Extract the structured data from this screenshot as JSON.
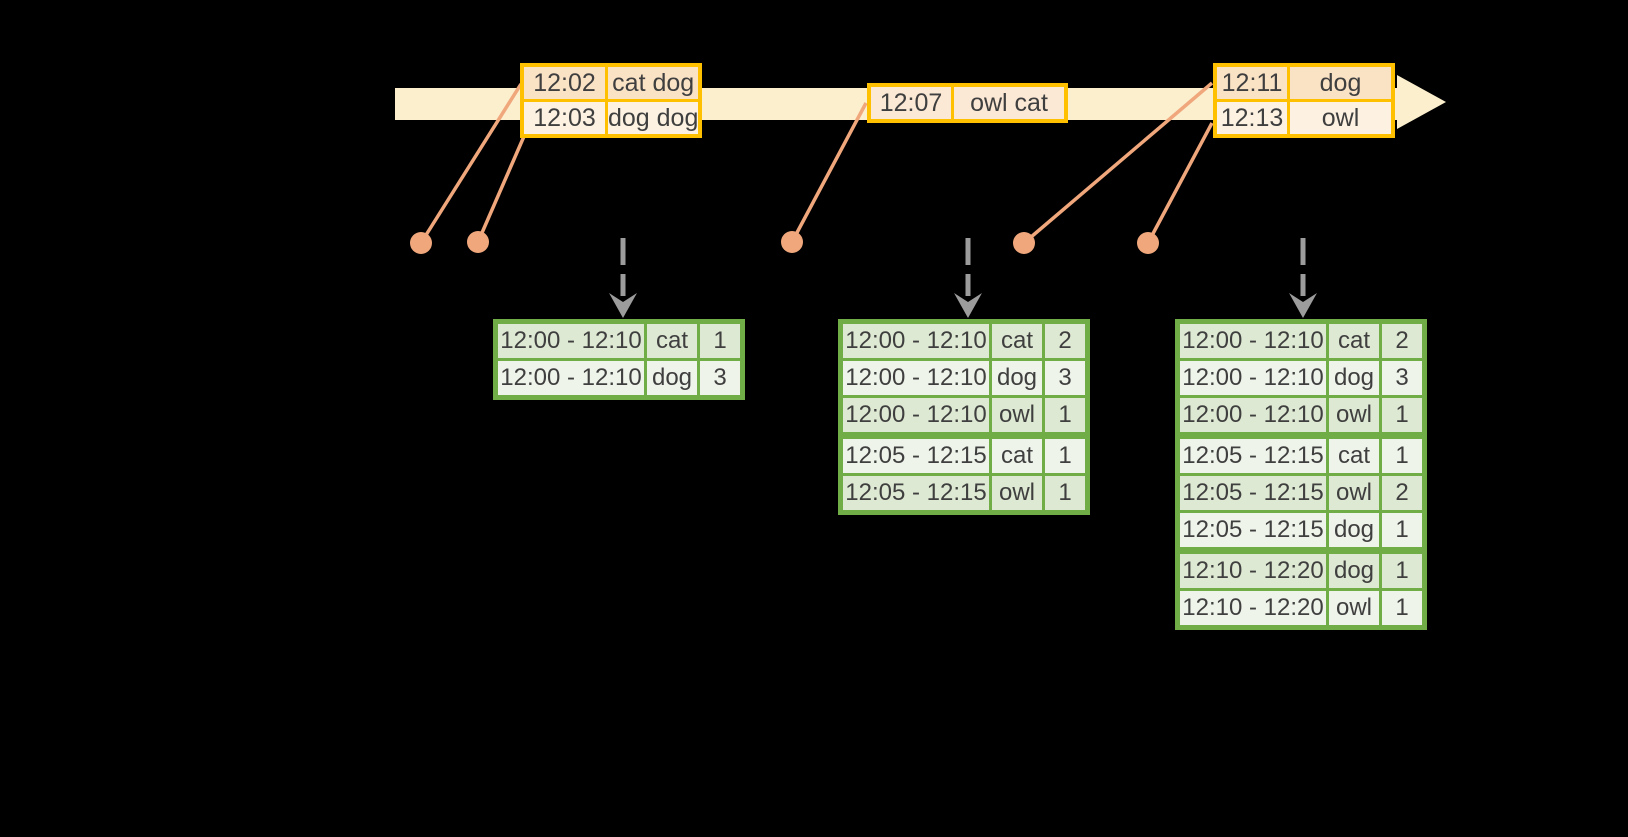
{
  "colors": {
    "background": "#000000",
    "timeline_fill": "#FBEFCD",
    "event_border": "#FFC000",
    "event_row_base": "#FAE2C5",
    "event_row_alt": "#FDF2E2",
    "event_row_single": "#FBE8D5",
    "connector": "#F0A77C",
    "trigger_arrow": "#9C9C9C",
    "table_border": "#70AD47",
    "table_row_base": "#DDE9D2",
    "table_row_alt": "#EEF4EA",
    "cell_text": "#3F3F3F"
  },
  "timeline": {
    "events": [
      {
        "rows": [
          {
            "time": "12:02",
            "words": "cat dog"
          },
          {
            "time": "12:03",
            "words": "dog dog"
          }
        ]
      },
      {
        "rows": [
          {
            "time": "12:07",
            "words": "owl cat"
          }
        ]
      },
      {
        "rows": [
          {
            "time": "12:11",
            "words": "dog"
          },
          {
            "time": "12:13",
            "words": "owl"
          }
        ]
      }
    ]
  },
  "result_tables": [
    {
      "group_breaks": [],
      "rows": [
        {
          "window": "12:00 - 12:10",
          "word": "cat",
          "count": "1"
        },
        {
          "window": "12:00 - 12:10",
          "word": "dog",
          "count": "3"
        }
      ]
    },
    {
      "group_breaks": [
        3
      ],
      "rows": [
        {
          "window": "12:00 - 12:10",
          "word": "cat",
          "count": "2"
        },
        {
          "window": "12:00 - 12:10",
          "word": "dog",
          "count": "3"
        },
        {
          "window": "12:00 - 12:10",
          "word": "owl",
          "count": "1"
        },
        {
          "window": "12:05 - 12:15",
          "word": "cat",
          "count": "1"
        },
        {
          "window": "12:05 - 12:15",
          "word": "owl",
          "count": "1"
        }
      ]
    },
    {
      "group_breaks": [
        3,
        6
      ],
      "rows": [
        {
          "window": "12:00 - 12:10",
          "word": "cat",
          "count": "2"
        },
        {
          "window": "12:00 - 12:10",
          "word": "dog",
          "count": "3"
        },
        {
          "window": "12:00 - 12:10",
          "word": "owl",
          "count": "1"
        },
        {
          "window": "12:05 - 12:15",
          "word": "cat",
          "count": "1"
        },
        {
          "window": "12:05 - 12:15",
          "word": "owl",
          "count": "2"
        },
        {
          "window": "12:05 - 12:15",
          "word": "dog",
          "count": "1"
        },
        {
          "window": "12:10 - 12:20",
          "word": "dog",
          "count": "1"
        },
        {
          "window": "12:10 - 12:20",
          "word": "owl",
          "count": "1"
        }
      ]
    }
  ]
}
